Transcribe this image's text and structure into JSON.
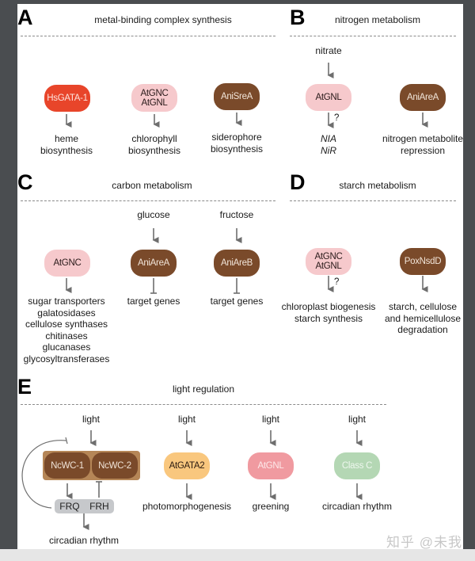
{
  "panels": {
    "A": {
      "letter": "A",
      "title": "metal-binding complex synthesis",
      "nodes": [
        {
          "label": "HsGATA-1",
          "color": "#e8452a",
          "output": [
            "heme",
            "biosynthesis"
          ],
          "link": "activation"
        },
        {
          "label_lines": [
            "AtGNC",
            "AtGNL"
          ],
          "color": "#f6c9cc",
          "output": [
            "chlorophyll",
            "biosynthesis"
          ],
          "link": "activation"
        },
        {
          "label": "AniSreA",
          "color": "#7a4a2a",
          "output": [
            "siderophore",
            "biosynthesis"
          ],
          "link": "activation"
        }
      ]
    },
    "B": {
      "letter": "B",
      "title": "nitrogen metabolism",
      "nodes": [
        {
          "input": "nitrate",
          "label": "AtGNL",
          "color": "#f6c9cc",
          "question": "?",
          "output": [
            "NIA",
            "NiR"
          ],
          "link": "activation"
        },
        {
          "label": "AniAreA",
          "color": "#7a4a2a",
          "output": [
            "nitrogen metabolite",
            "repression"
          ],
          "link": "activation"
        }
      ]
    },
    "C": {
      "letter": "C",
      "title": "carbon metabolism",
      "nodes": [
        {
          "label": "AtGNC",
          "color": "#f6c9cc",
          "output": [
            "sugar transporters",
            "galatosidases",
            "cellulose synthases",
            "chitinases",
            "glucanases",
            "glycosyltransferases"
          ],
          "link": "activation"
        },
        {
          "input": "glucose",
          "label": "AniAreA",
          "color": "#7a4a2a",
          "output": [
            "target genes"
          ],
          "link": "repression"
        },
        {
          "input": "fructose",
          "label": "AniAreB",
          "color": "#7a4a2a",
          "output": [
            "target genes"
          ],
          "link": "repression"
        }
      ]
    },
    "D": {
      "letter": "D",
      "title": "starch metabolism",
      "nodes": [
        {
          "label_lines": [
            "AtGNC",
            "AtGNL"
          ],
          "color": "#f6c9cc",
          "question": "?",
          "output": [
            "chloroplast biogenesis",
            "starch synthesis"
          ],
          "link": "activation"
        },
        {
          "label": "PoxNsdD",
          "color": "#7a4a2a",
          "output": [
            "starch, cellulose",
            "and hemicellulose",
            "degradation"
          ],
          "link": "activation"
        }
      ]
    },
    "E": {
      "letter": "E",
      "title": "light regulation",
      "complex": {
        "input": "light",
        "subunits": [
          "NcWC-1",
          "NcWC-2"
        ],
        "outer_color": "#b58657",
        "inner_color": "#7a4a2a",
        "partners": [
          "FRQ",
          "FRH"
        ],
        "partner_color": "#c6c8cb",
        "output": "circadian rhythm"
      },
      "nodes": [
        {
          "input": "light",
          "label": "AtGATA2",
          "color": "#f9c77e",
          "output": [
            "photomorphogenesis"
          ],
          "link": "activation"
        },
        {
          "input": "light",
          "label": "AtGNL",
          "color": "#f09aa0",
          "output": [
            "greening"
          ],
          "link": "activation"
        },
        {
          "input": "light",
          "label": "Class C",
          "color": "#b4d7b4",
          "output": [
            "circadian rhythm"
          ],
          "link": "activation"
        }
      ]
    }
  },
  "watermark": "知乎 @未我"
}
